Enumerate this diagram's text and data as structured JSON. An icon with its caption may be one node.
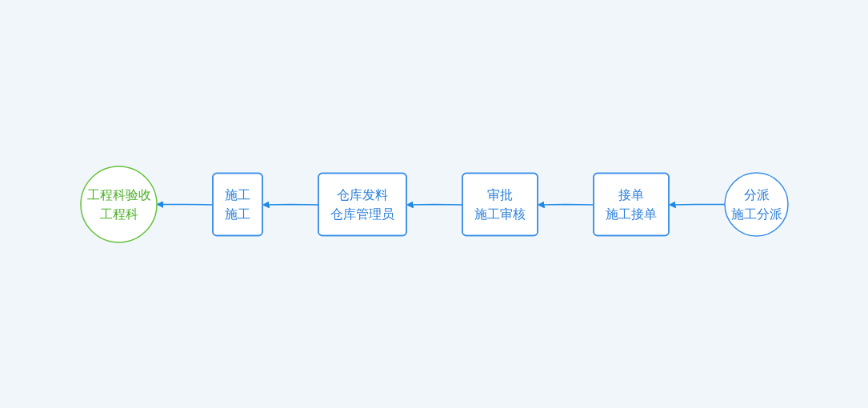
{
  "diagram": {
    "nodes": [
      {
        "text": [
          "分派",
          "施工分派"
        ]
      },
      {
        "text": [
          "接单",
          "施工接单"
        ]
      },
      {
        "text": [
          "审批",
          "施工审核"
        ]
      },
      {
        "text": [
          "仓库发料",
          "仓库管理员"
        ]
      },
      {
        "text": [
          "施工",
          "施工"
        ]
      },
      {
        "text": [
          "工程科验收",
          "工程科"
        ]
      }
    ],
    "edges": [
      {
        "from": 0,
        "to": 1,
        "arrow": "to"
      },
      {
        "from": 1,
        "to": 2,
        "arrow": "to"
      },
      {
        "from": 2,
        "to": 3,
        "arrow": "to"
      },
      {
        "from": 3,
        "to": 4,
        "arrow": "to"
      },
      {
        "from": 4,
        "to": 5,
        "arrow": "to"
      }
    ]
  }
}
